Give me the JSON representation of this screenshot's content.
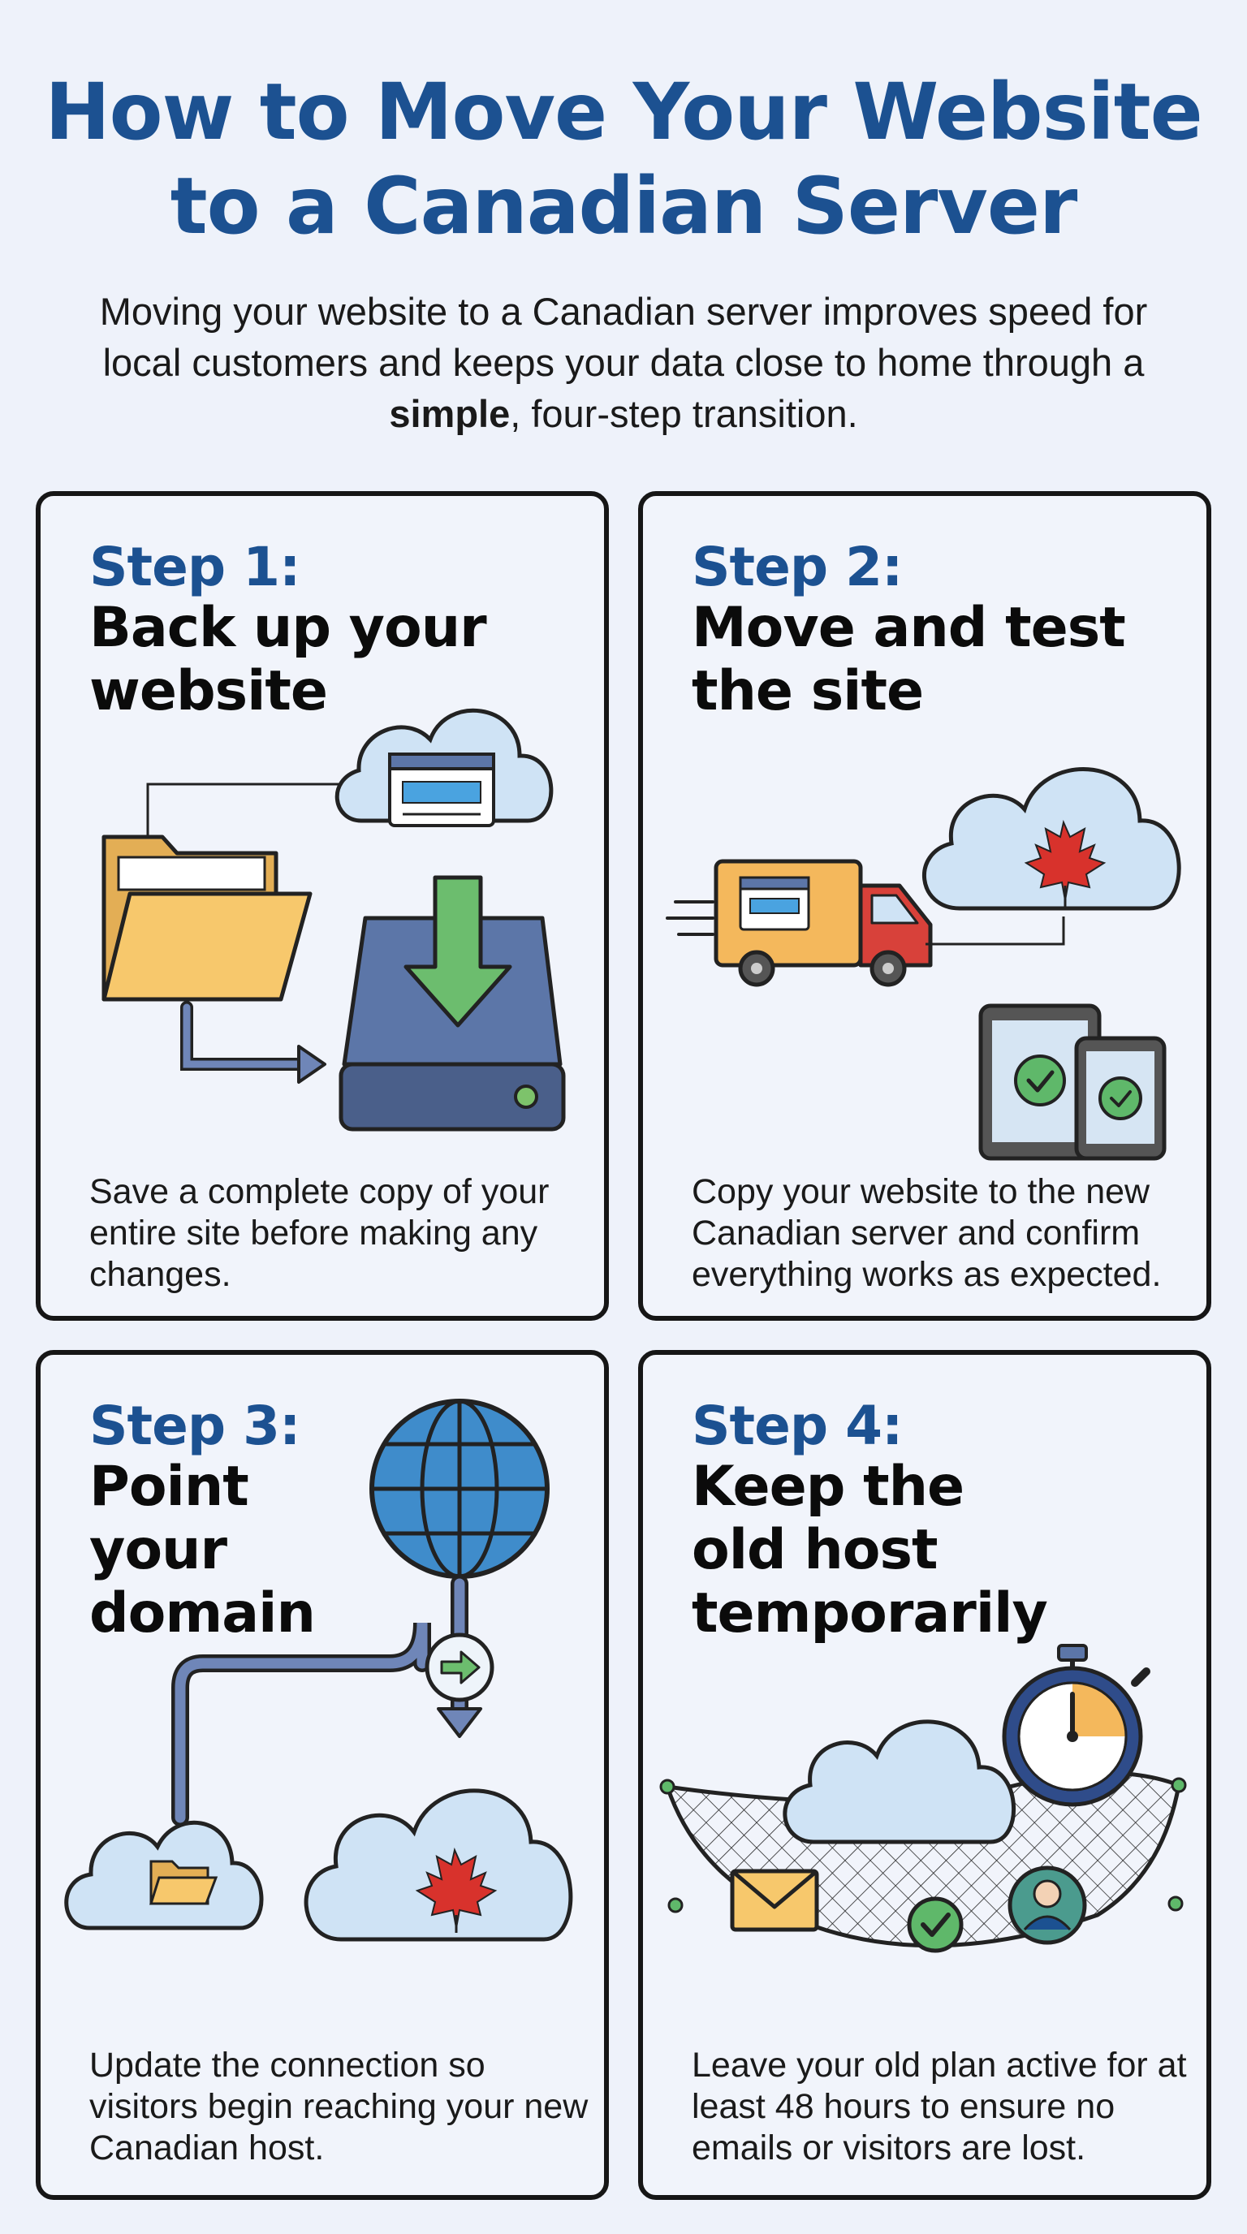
{
  "header": {
    "title_line1": "How to Move Your Website",
    "title_line2": "to a Canadian Server",
    "intro_before": "Moving your website to a Canadian server improves speed for local customers and keeps your data close to home through a ",
    "intro_bold": "simple",
    "intro_after": ", four-step transition."
  },
  "steps": [
    {
      "label": "Step 1:",
      "title_lines": [
        "Back up your",
        "website"
      ],
      "description": "Save a complete copy of your entire site before making any changes."
    },
    {
      "label": "Step 2:",
      "title_lines": [
        "Move and test",
        "the site"
      ],
      "description": "Copy your website to the new Canadian server and confirm everything works as expected."
    },
    {
      "label": "Step 3:",
      "title_lines": [
        "Point",
        "your",
        "domain"
      ],
      "description": "Update the connection so visitors begin reaching your new Canadian host."
    },
    {
      "label": "Step 4:",
      "title_lines": [
        "Keep the",
        "old host",
        "temporarily"
      ],
      "description": "Leave your old plan active for at least 48 hours to ensure no emails or visitors are lost."
    }
  ],
  "colors": {
    "title_blue": "#1c5191",
    "background": "#eef2fa",
    "cloud_fill": "#cfe3f5",
    "maple_red": "#d8322c",
    "check_green": "#5fb86a",
    "drive_blue": "#5c76a8",
    "folder_yellow": "#f7c86c"
  },
  "icons": {
    "step1": [
      "folder-icon",
      "cloud-browser-icon",
      "download-arrow-icon",
      "hard-drive-icon"
    ],
    "step2": [
      "moving-truck-icon",
      "canada-cloud-icon",
      "tablet-check-icon",
      "phone-check-icon"
    ],
    "step3": [
      "globe-icon",
      "redirect-arrow-icon",
      "folder-cloud-icon",
      "canada-cloud-icon"
    ],
    "step4": [
      "stopwatch-icon",
      "cloud-icon",
      "safety-net-icon",
      "email-icon",
      "check-icon",
      "user-icon"
    ]
  }
}
